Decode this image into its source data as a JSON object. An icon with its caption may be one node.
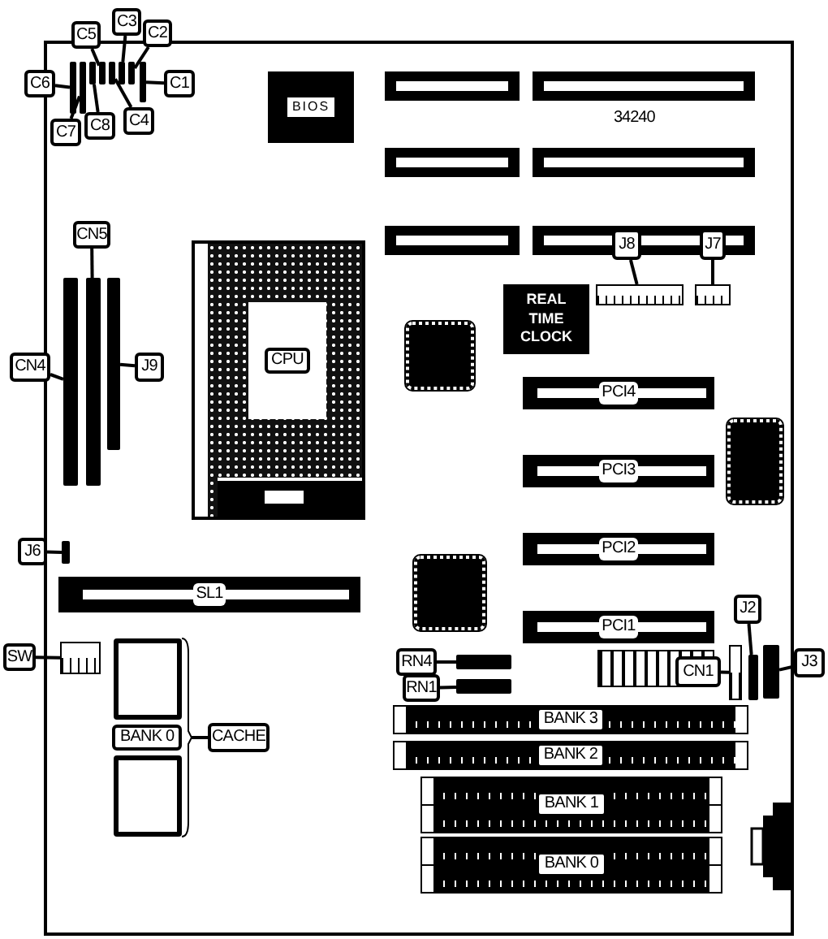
{
  "diagram": {
    "nodes": [
      {
        "text": [
          "C3"
        ]
      },
      {
        "text": [
          "C2"
        ]
      },
      {
        "text": [
          "C5"
        ]
      },
      {
        "text": [
          "C6"
        ]
      },
      {
        "text": [
          "C1"
        ]
      },
      {
        "text": [
          "C4"
        ]
      },
      {
        "text": [
          "C8"
        ]
      },
      {
        "text": [
          "C7"
        ]
      },
      {
        "text": [],
        "shape": "bar"
      },
      {
        "text": [],
        "shape": "bar"
      },
      {
        "text": [],
        "shape": "bar"
      },
      {
        "text": [],
        "shape": "bar"
      },
      {
        "text": [],
        "shape": "bar"
      },
      {
        "text": [],
        "shape": "bar"
      },
      {
        "text": [],
        "shape": "bar"
      },
      {
        "text": [],
        "shape": "bar"
      },
      {
        "text": [
          "BIOS"
        ]
      },
      {
        "text": [
          "CN5"
        ]
      },
      {
        "text": [
          "CN4"
        ]
      },
      {
        "text": [
          "J9"
        ]
      },
      {
        "text": [],
        "shape": "bar"
      },
      {
        "text": [],
        "shape": "bar"
      },
      {
        "text": [],
        "shape": "bar"
      },
      {
        "text": [
          "CPU"
        ]
      },
      {
        "text": [
          "J8"
        ]
      },
      {
        "text": [
          "J7"
        ]
      },
      {
        "text": [],
        "shape": "box"
      },
      {
        "text": [],
        "shape": "box"
      },
      {
        "text": [
          "REAL TIME CLOCK"
        ]
      },
      {
        "text": [
          "J6"
        ]
      },
      {
        "text": [],
        "shape": "bar"
      },
      {
        "text": [
          "SL1"
        ]
      },
      {
        "text": [
          "SW"
        ]
      },
      {
        "text": [],
        "shape": "box"
      },
      {
        "text": [
          "BANK 0"
        ]
      },
      {
        "text": [
          "CACHE"
        ]
      },
      {
        "text": [
          "PCI4"
        ]
      },
      {
        "text": [
          "PCI3"
        ]
      },
      {
        "text": [
          "PCI2"
        ]
      },
      {
        "text": [
          "PCI1"
        ]
      },
      {
        "text": [
          "RN4"
        ]
      },
      {
        "text": [
          "RN1"
        ]
      },
      {
        "text": [],
        "shape": "bar"
      },
      {
        "text": [],
        "shape": "bar"
      },
      {
        "text": [
          "CN1"
        ]
      },
      {
        "text": [],
        "shape": "box"
      },
      {
        "text": [
          "J2"
        ]
      },
      {
        "text": [],
        "shape": "bar"
      },
      {
        "text": [
          "J3"
        ]
      },
      {
        "text": [],
        "shape": "bar"
      },
      {
        "text": [
          "BANK 3"
        ]
      },
      {
        "text": [
          "BANK 2"
        ]
      },
      {
        "text": [
          "BANK 1"
        ]
      },
      {
        "text": [
          "BANK 0"
        ]
      },
      {
        "text": [],
        "shape": "slot"
      },
      {
        "text": [],
        "shape": "slot"
      },
      {
        "text": [],
        "shape": "slot"
      },
      {
        "text": [],
        "shape": "slot"
      },
      {
        "text": [],
        "shape": "slot"
      },
      {
        "text": [],
        "shape": "slot"
      }
    ],
    "edges": [
      {
        "from": 3,
        "to": 8,
        "arrow": "none"
      },
      {
        "from": 7,
        "to": 9,
        "arrow": "none"
      },
      {
        "from": 6,
        "to": 10,
        "arrow": "none"
      },
      {
        "from": 2,
        "to": 11,
        "arrow": "none"
      },
      {
        "from": 5,
        "to": 12,
        "arrow": "none"
      },
      {
        "from": 0,
        "to": 13,
        "arrow": "none"
      },
      {
        "from": 1,
        "to": 14,
        "arrow": "none"
      },
      {
        "from": 4,
        "to": 15,
        "arrow": "none"
      },
      {
        "from": 17,
        "to": 21,
        "arrow": "none"
      },
      {
        "from": 18,
        "to": 20,
        "arrow": "none"
      },
      {
        "from": 19,
        "to": 22,
        "arrow": "none"
      },
      {
        "from": 24,
        "to": 26,
        "arrow": "none"
      },
      {
        "from": 25,
        "to": 27,
        "arrow": "none"
      },
      {
        "from": 29,
        "to": 30,
        "arrow": "none"
      },
      {
        "from": 32,
        "to": 33,
        "arrow": "none"
      },
      {
        "from": 35,
        "to": 34,
        "arrow": "none"
      },
      {
        "from": 40,
        "to": 42,
        "arrow": "none"
      },
      {
        "from": 41,
        "to": 43,
        "arrow": "none"
      },
      {
        "from": 44,
        "to": 45,
        "arrow": "none"
      },
      {
        "from": 46,
        "to": 47,
        "arrow": "none"
      },
      {
        "from": 48,
        "to": 49,
        "arrow": "none"
      }
    ],
    "labels": [
      "34240"
    ]
  }
}
